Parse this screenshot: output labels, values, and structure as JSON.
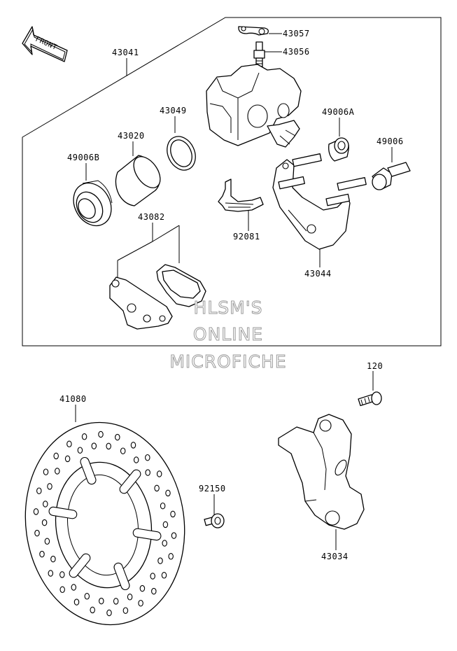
{
  "front_label": "FRONT",
  "watermark": [
    "HLSM'S",
    "ONLINE",
    "MICROFICHE"
  ],
  "parts": {
    "p43057": "43057",
    "p43056": "43056",
    "p43041": "43041",
    "p43049": "43049",
    "p43020": "43020",
    "p49006A": "49006A",
    "p49006": "49006",
    "p49006B": "49006B",
    "p43082": "43082",
    "p92081": "92081",
    "p43044": "43044",
    "p120": "120",
    "p41080": "41080",
    "p92150": "92150",
    "p43034": "43034"
  }
}
